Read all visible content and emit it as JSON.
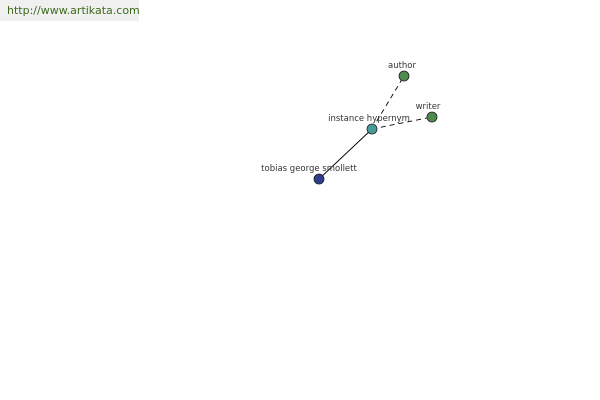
{
  "banner": {
    "url_text": "http://www.artikata.com"
  },
  "graph": {
    "nodes": [
      {
        "id": "author",
        "label": "author",
        "color": "#4f8a4f"
      },
      {
        "id": "writer",
        "label": "writer",
        "color": "#4f8a4f"
      },
      {
        "id": "instance-hypernym",
        "label": "instance hypernym",
        "color": "#4a9a9a"
      },
      {
        "id": "tobias-george-smollett",
        "label": "tobias george smollett",
        "color": "#2d3f8c"
      }
    ],
    "edges": [
      {
        "from": "tobias-george-smollett",
        "to": "instance-hypernym",
        "style": "solid"
      },
      {
        "from": "instance-hypernym",
        "to": "author",
        "style": "dashed"
      },
      {
        "from": "instance-hypernym",
        "to": "writer",
        "style": "dashed"
      }
    ]
  }
}
